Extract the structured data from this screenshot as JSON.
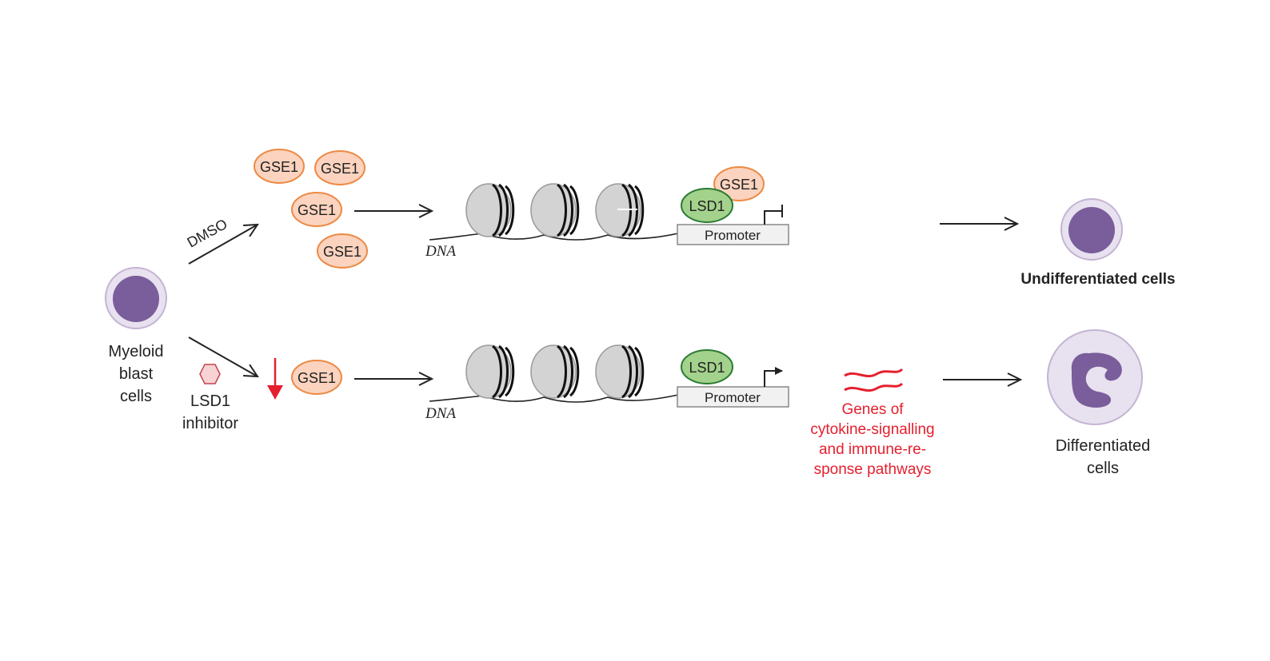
{
  "start": {
    "line1": "Myeloid",
    "line2": "blast",
    "line3": "cells"
  },
  "dmso_label": "DMSO",
  "inhibitor": {
    "line1": "LSD1",
    "line2": "inhibitor"
  },
  "gse1_label": "GSE1",
  "lsd1_label": "LSD1",
  "promoter_label": "Promoter",
  "dna_label": "DNA",
  "genes": {
    "line1": "Genes of",
    "line2": "cytokine-signalling",
    "line3": "and immune-re-",
    "line4": "sponse pathways"
  },
  "undifferentiated_label": "Undifferentiated cells",
  "differentiated": {
    "line1": "Differentiated",
    "line2": "cells"
  },
  "colors": {
    "cell_membrane": "#e8e1ef",
    "cell_outline": "#c3b4d3",
    "nucleus": "#7a5d9b",
    "gse1_fill": "#fbd3be",
    "gse1_stroke": "#ec8a45",
    "lsd1_fill": "#a3d28c",
    "lsd1_stroke": "#2b7a33",
    "accent_red": "#e5202e",
    "nucleosome": "#d3d3d3"
  }
}
